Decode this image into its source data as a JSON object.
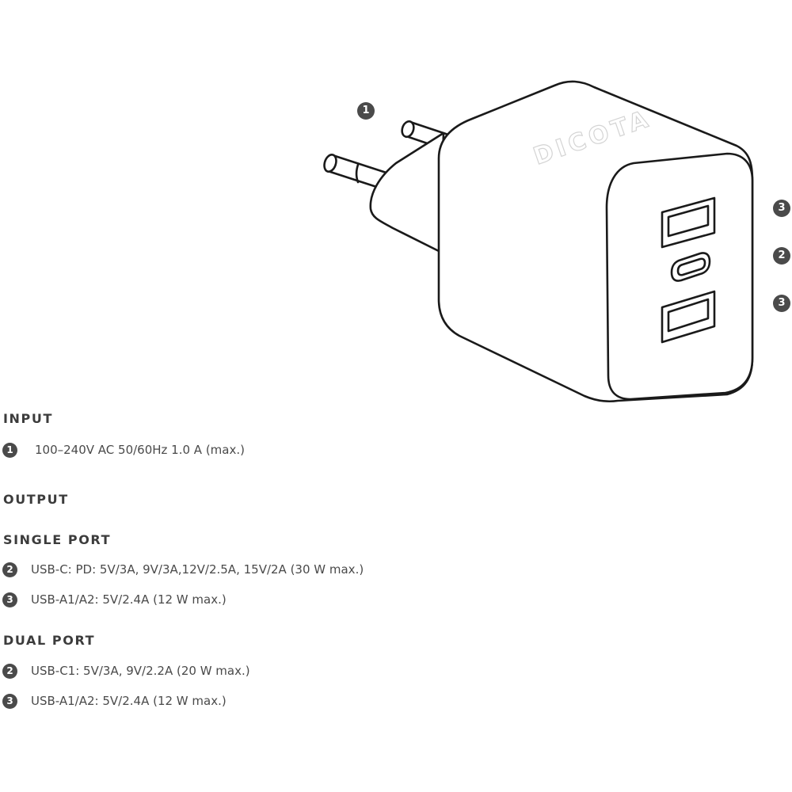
{
  "illustration": {
    "brand": "DICOTA",
    "callouts": {
      "plug": "1",
      "port_top": "3",
      "port_middle": "2",
      "port_bottom": "3"
    }
  },
  "input": {
    "heading": "INPUT",
    "items": [
      {
        "badge": "1",
        "text": "100–240V AC 50/60Hz 1.0 A (max.)"
      }
    ]
  },
  "output": {
    "heading": "OUTPUT"
  },
  "single_port": {
    "heading": "SINGLE PORT",
    "items": [
      {
        "badge": "2",
        "text": "USB-C: PD: 5V/3A, 9V/3A,12V/2.5A, 15V/2A (30 W max.)"
      },
      {
        "badge": "3",
        "text": "USB-A1/A2: 5V/2.4A (12 W max.)"
      }
    ]
  },
  "dual_port": {
    "heading": "DUAL PORT",
    "items": [
      {
        "badge": "2",
        "text": "USB-C1: 5V/3A, 9V/2.2A (20 W max.)"
      },
      {
        "badge": "3",
        "text": "USB-A1/A2: 5V/2.4A (12 W max.)"
      }
    ]
  }
}
